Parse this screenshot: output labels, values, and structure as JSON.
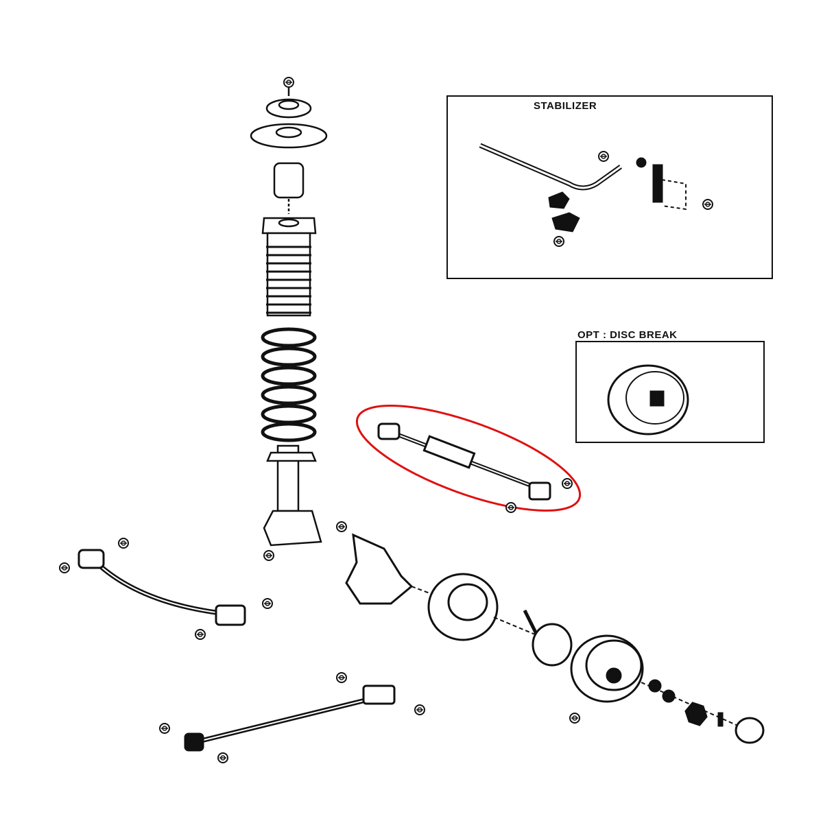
{
  "diagram": {
    "title": "Rear suspension exploded view",
    "insets": {
      "stabilizer": {
        "label": "STABILIZER"
      },
      "disc_brake": {
        "label": "OPT : DISC BREAK"
      }
    },
    "highlight_color": "#e01010",
    "line_color": "#111111"
  }
}
